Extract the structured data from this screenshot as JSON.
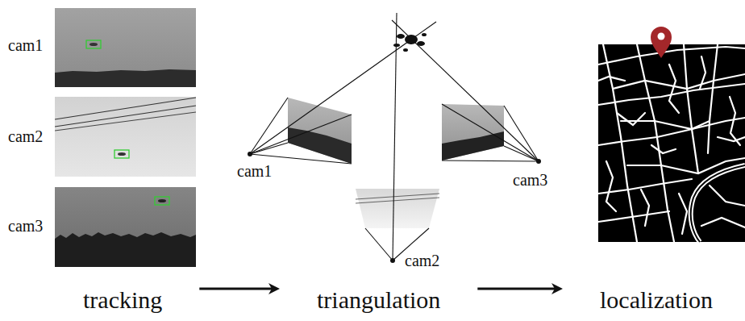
{
  "diagram": {
    "nodes": [
      {
        "text": [
          "tracking"
        ]
      },
      {
        "text": [
          "triangulation"
        ]
      },
      {
        "text": [
          "localization"
        ]
      }
    ],
    "edges": [
      {
        "from": 0,
        "to": 1,
        "arrow": "to"
      },
      {
        "from": 1,
        "to": 2,
        "arrow": "to"
      }
    ],
    "labels": [
      "cam1",
      "cam2",
      "cam3",
      "cam1",
      "cam2",
      "cam3"
    ]
  }
}
